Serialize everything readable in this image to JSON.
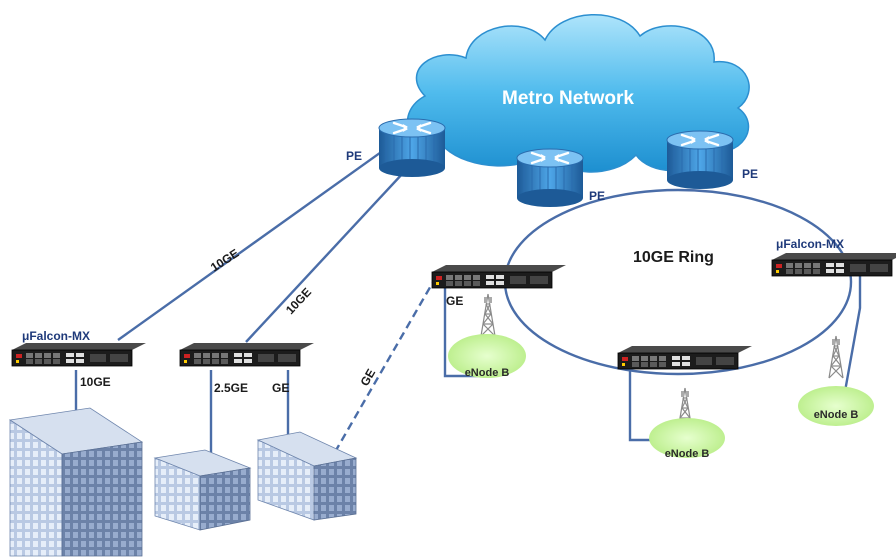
{
  "cloud": {
    "label": "Metro Network"
  },
  "ring": {
    "label": "10GE Ring"
  },
  "routers": [
    {
      "label": "PE"
    },
    {
      "label": "PE"
    },
    {
      "label": "PE"
    }
  ],
  "devices": {
    "left_label": "μFalcon-MX",
    "right_label": "μFalcon-MX"
  },
  "links": {
    "uplink_a": "10GE",
    "uplink_b": "10GE",
    "dashed": "GE",
    "left_building": "10GE",
    "mid_building": "2.5GE",
    "small_building": "GE",
    "enb_link": "GE"
  },
  "enodes": [
    {
      "label": "eNode B"
    },
    {
      "label": "eNode B"
    },
    {
      "label": "eNode B"
    }
  ],
  "colors": {
    "cloud": "#5ec2ee",
    "router": "#3a8fd6",
    "link": "#4a6da8",
    "enode": "#c8f0a0"
  }
}
